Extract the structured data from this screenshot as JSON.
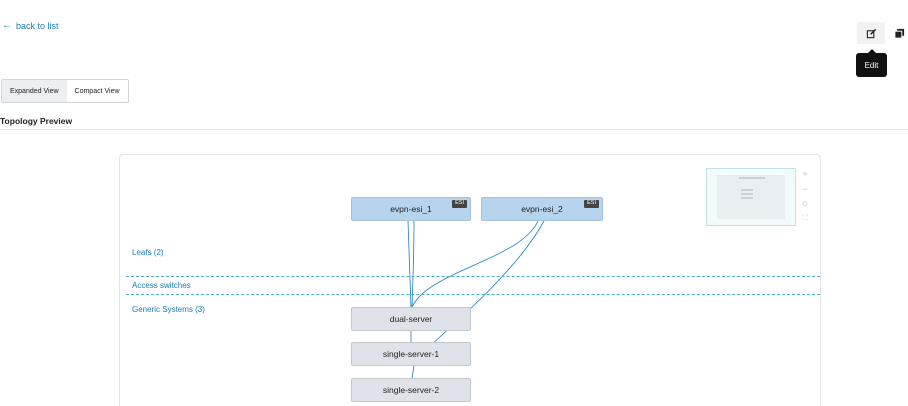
{
  "header": {
    "back_label": "back to list",
    "edit_tooltip": "Edit",
    "edit_icon": "edit-icon",
    "clone_icon": "clone-icon"
  },
  "view_toggle": {
    "options": [
      "Expanded View",
      "Compact View"
    ],
    "selected": "Expanded View"
  },
  "section": {
    "title": "Topology Preview"
  },
  "topology": {
    "lanes": {
      "leafs": "Leafs (2)",
      "access": "Access switches",
      "generic": "Generic Systems (3)"
    },
    "leafs": [
      {
        "name": "evpn-esi_1",
        "badge": "ESI"
      },
      {
        "name": "evpn-esi_2",
        "badge": "ESI"
      }
    ],
    "generic_systems": [
      {
        "name": "dual-server"
      },
      {
        "name": "single-server-1"
      },
      {
        "name": "single-server-2"
      }
    ],
    "zoom_controls": [
      "+",
      "−",
      "⊙",
      "⛶"
    ]
  },
  "colors": {
    "link": "#1a7fb5",
    "leaf_node": "#b6d4ee",
    "generic_node": "#dfe2e8",
    "lane_divider": "#4cb0c7"
  }
}
